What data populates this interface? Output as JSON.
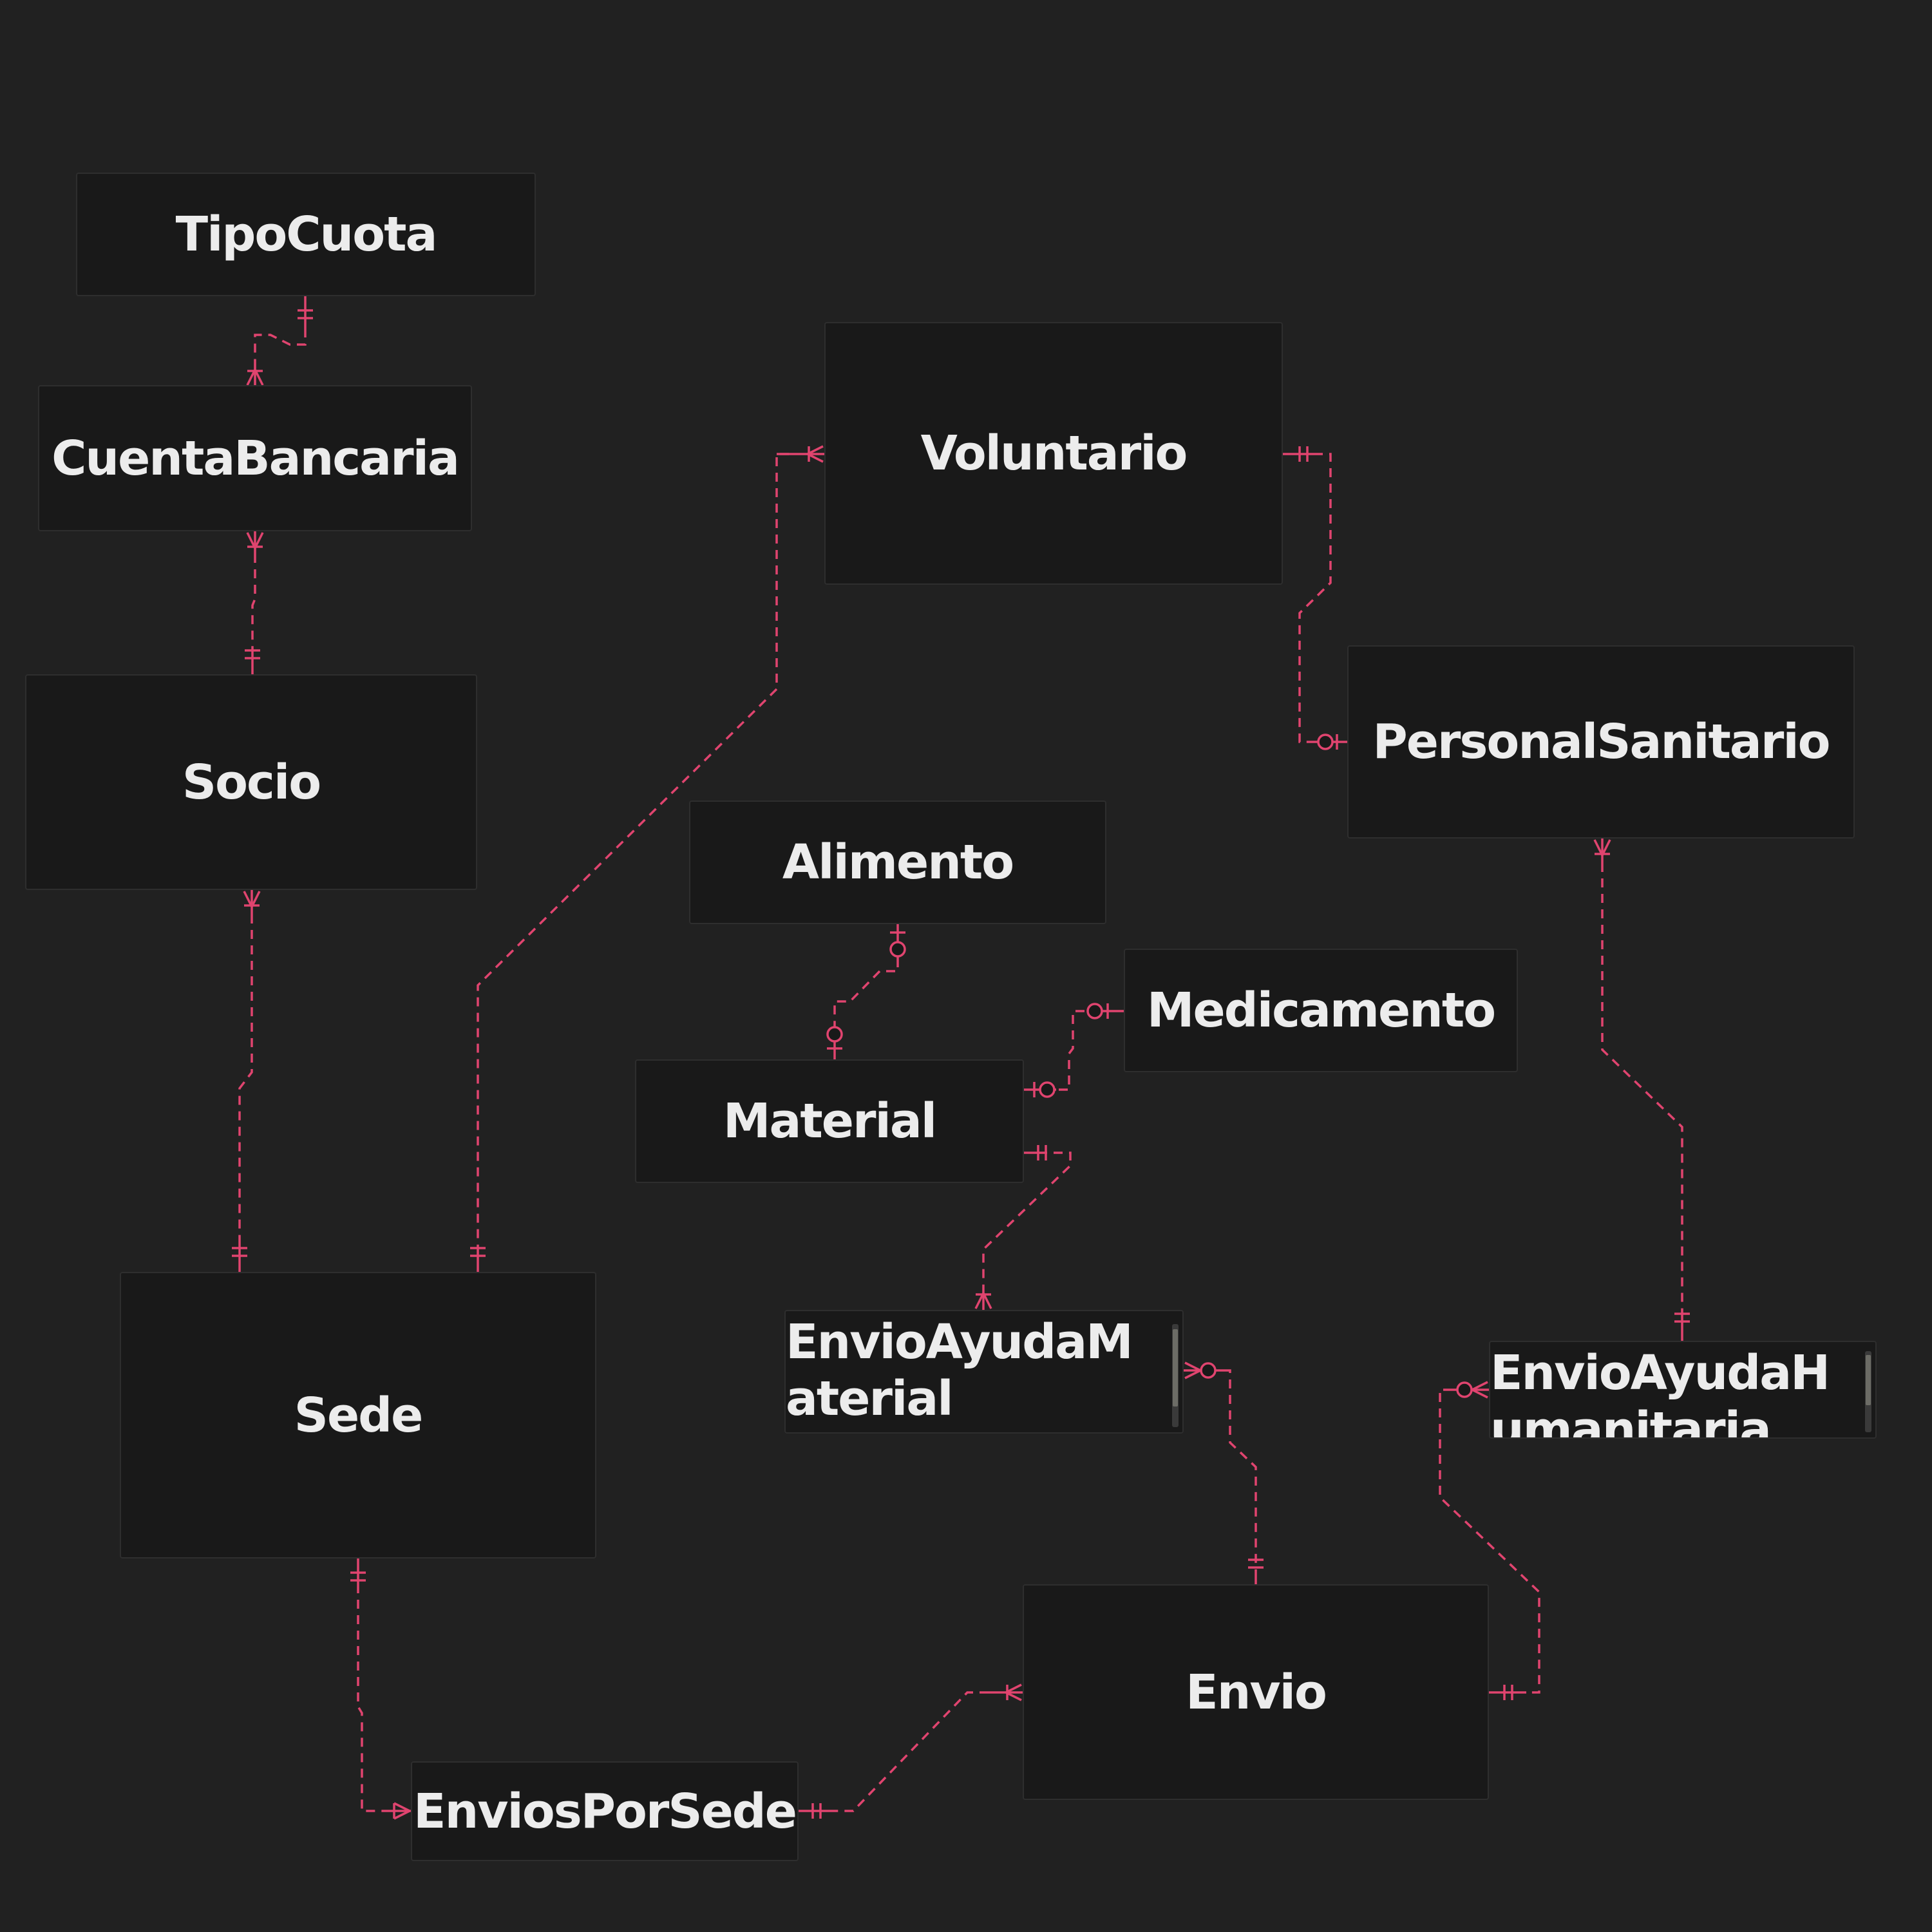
{
  "diagram": {
    "type": "entity-relationship",
    "colors": {
      "background": "#212121",
      "entity_fill": "#191919",
      "entity_border": "#2e2e2e",
      "entity_text": "#ececec",
      "relationship_line": "#e0446f"
    },
    "entities": {
      "tipocuota": "TipoCuota",
      "cuentabancaria": "CuentaBancaria",
      "socio": "Socio",
      "sede": "Sede",
      "voluntario": "Voluntario",
      "personalsanitario": "PersonalSanitario",
      "alimento": "Alimento",
      "medicamento": "Medicamento",
      "material": "Material",
      "envioayudamaterial": "EnvioAyudaMaterial",
      "envioayudahumanitaria": "EnvioAyudaHumanitaria",
      "envio": "Envio",
      "enviosporsede": "EnviosPorSede"
    },
    "relationships": [
      {
        "id": "tipocuota-cuentabancaria",
        "from": "TipoCuota",
        "from_cardinality": "exactly-one",
        "to": "CuentaBancaria",
        "to_cardinality": "one-or-more"
      },
      {
        "id": "cuentabancaria-socio",
        "from": "CuentaBancaria",
        "from_cardinality": "one-or-more",
        "to": "Socio",
        "to_cardinality": "exactly-one"
      },
      {
        "id": "socio-sede",
        "from": "Socio",
        "from_cardinality": "one-or-more",
        "to": "Sede",
        "to_cardinality": "exactly-one"
      },
      {
        "id": "voluntario-sede",
        "from": "Voluntario",
        "from_cardinality": "one-or-more",
        "to": "Sede",
        "to_cardinality": "exactly-one"
      },
      {
        "id": "voluntario-personalsanitario",
        "from": "Voluntario",
        "from_cardinality": "exactly-one",
        "to": "PersonalSanitario",
        "to_cardinality": "zero-or-one"
      },
      {
        "id": "alimento-material",
        "from": "Alimento",
        "from_cardinality": "zero-or-one",
        "to": "Material",
        "to_cardinality": "zero-or-one"
      },
      {
        "id": "medicamento-material",
        "from": "Medicamento",
        "from_cardinality": "zero-or-one",
        "to": "Material",
        "to_cardinality": "zero-or-one"
      },
      {
        "id": "material-envioayudamaterial",
        "from": "Material",
        "from_cardinality": "exactly-one",
        "to": "EnvioAyudaMaterial",
        "to_cardinality": "one-or-more"
      },
      {
        "id": "personalsanitario-envioayudahumanitaria",
        "from": "PersonalSanitario",
        "from_cardinality": "one-or-more",
        "to": "EnvioAyudaHumanitaria",
        "to_cardinality": "exactly-one"
      },
      {
        "id": "envioayudamaterial-envio",
        "from": "EnvioAyudaMaterial",
        "from_cardinality": "zero-or-more",
        "to": "Envio",
        "to_cardinality": "exactly-one"
      },
      {
        "id": "envioayudahumanitaria-envio",
        "from": "EnvioAyudaHumanitaria",
        "from_cardinality": "zero-or-more",
        "to": "Envio",
        "to_cardinality": "exactly-one"
      },
      {
        "id": "sede-enviosporsede",
        "from": "Sede",
        "from_cardinality": "exactly-one",
        "to": "EnviosPorSede",
        "to_cardinality": "one-or-more"
      },
      {
        "id": "envio-enviosporsede",
        "from": "Envio",
        "from_cardinality": "one-or-more",
        "to": "EnviosPorSede",
        "to_cardinality": "exactly-one"
      }
    ]
  }
}
